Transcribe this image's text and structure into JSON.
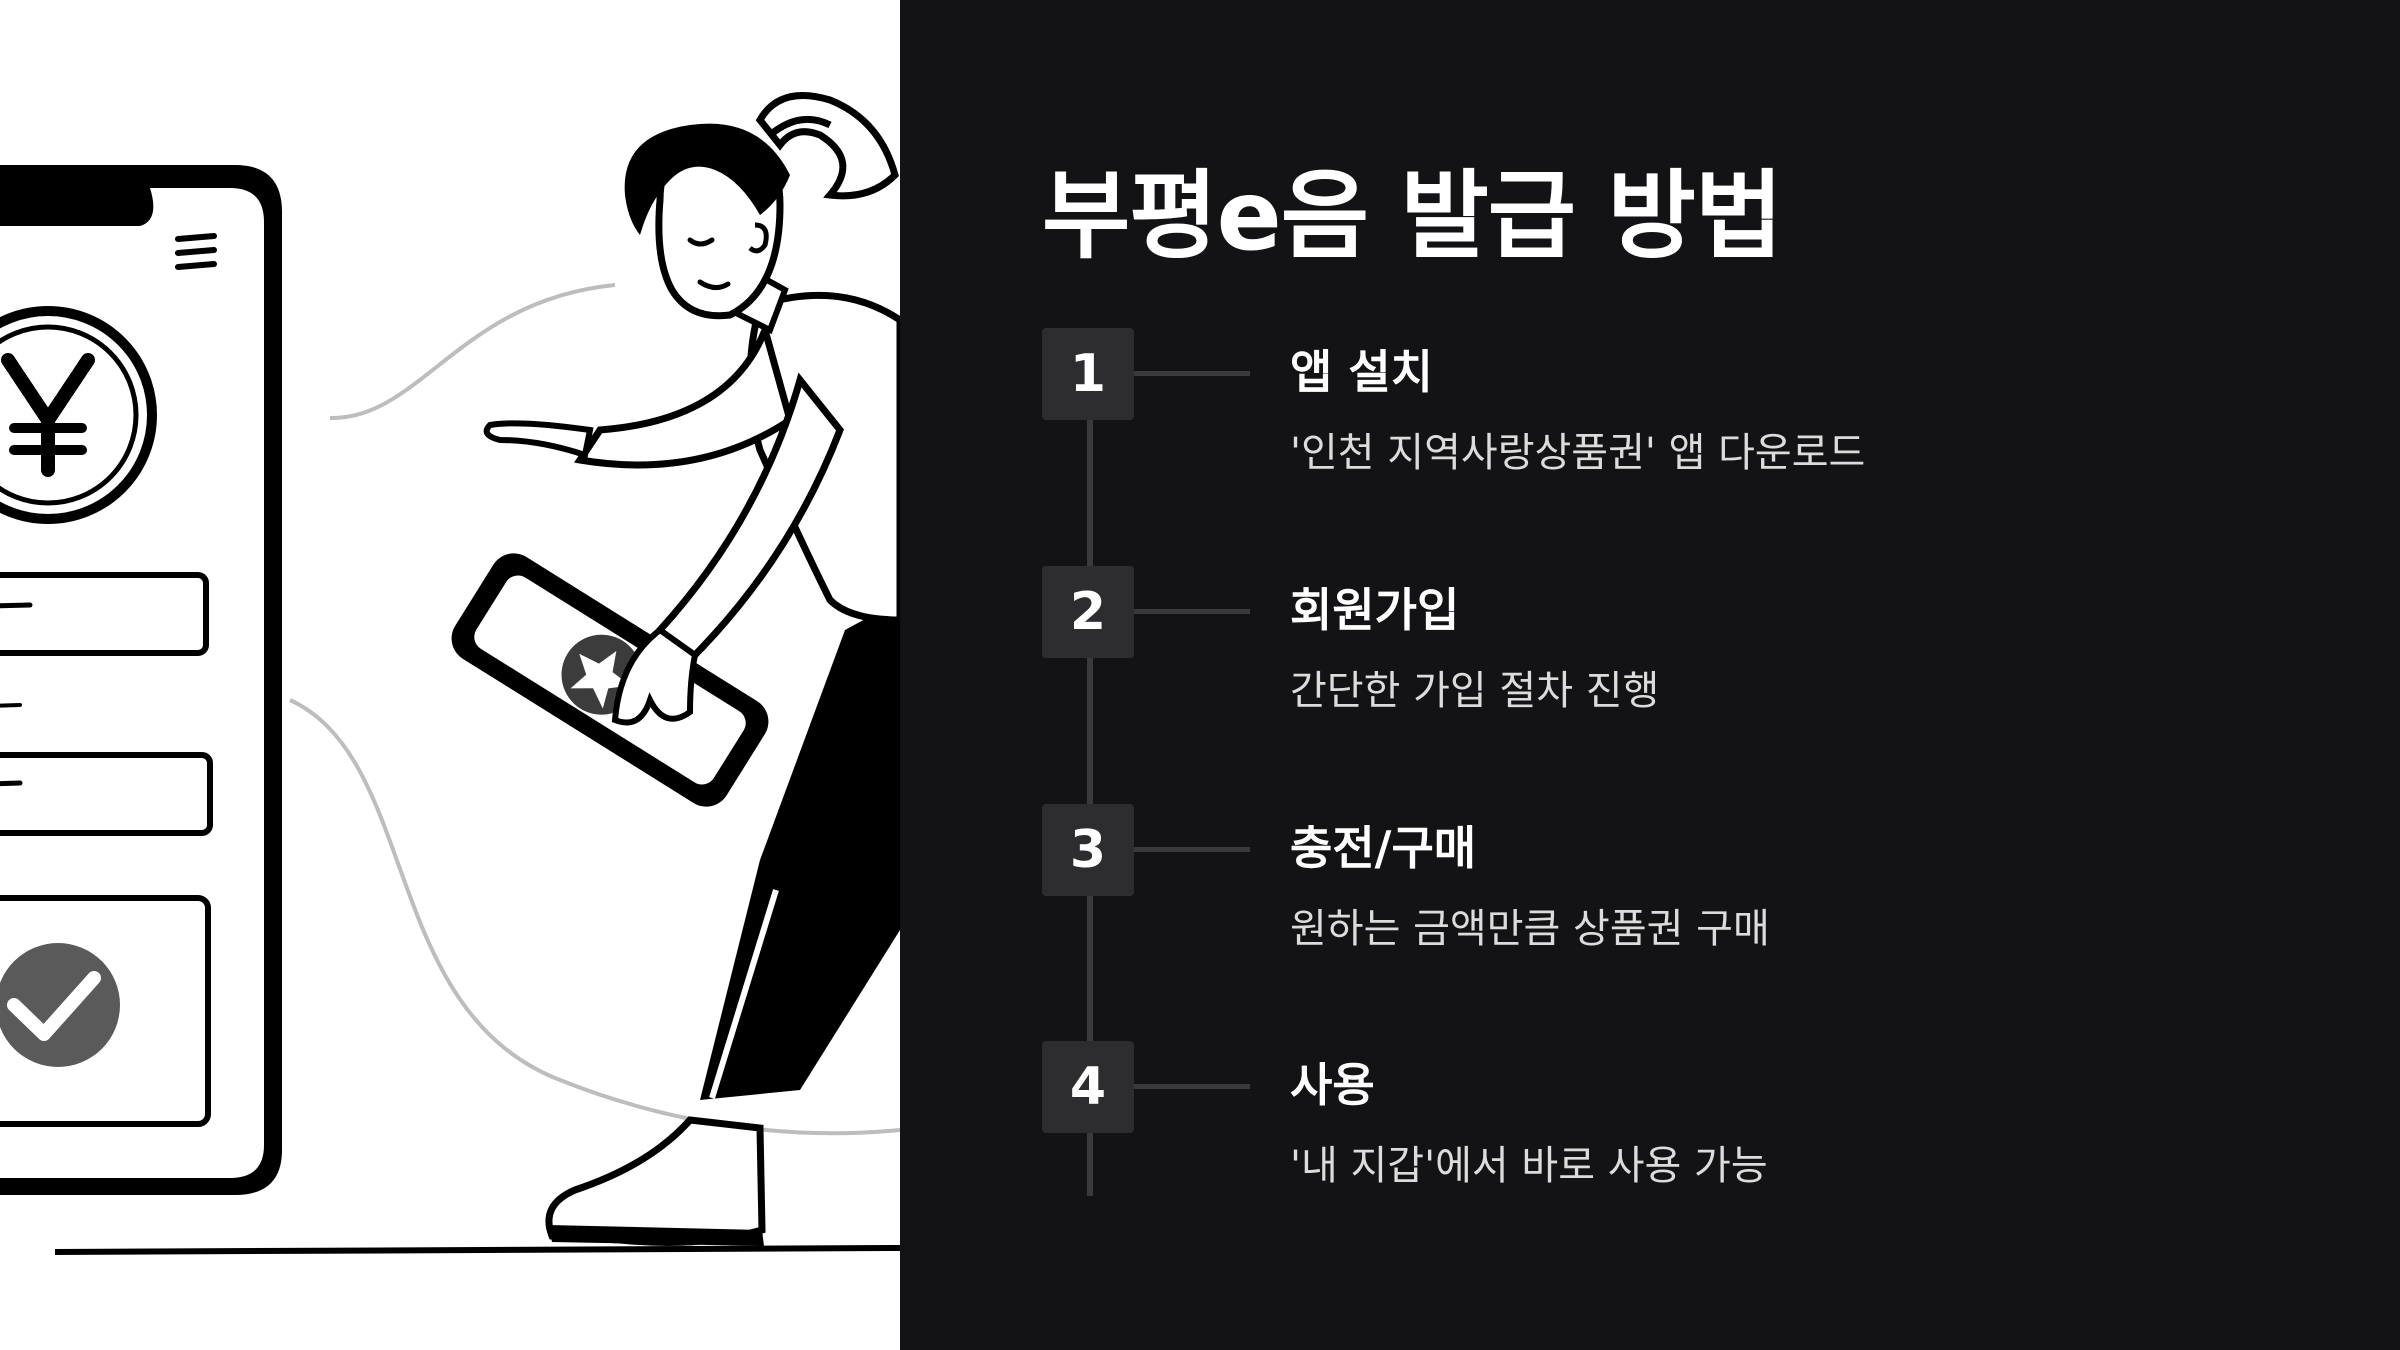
{
  "title": "부평e음 발급 방법",
  "steps": [
    {
      "number": "1",
      "title": "앱 설치",
      "description": "'인천 지역사랑상품권' 앱 다운로드"
    },
    {
      "number": "2",
      "title": "회원가입",
      "description": "간단한 가입 절차 진행"
    },
    {
      "number": "3",
      "title": "충전/구매",
      "description": "원하는 금액만큼 상품권 구매"
    },
    {
      "number": "4",
      "title": "사용",
      "description": "'내 지갑'에서 바로 사용 가능"
    }
  ],
  "illustration": {
    "icons": [
      "phone-icon",
      "yen-coin-icon",
      "hamburger-menu-icon",
      "check-icon",
      "star-icon"
    ]
  },
  "colors": {
    "background": "#131315",
    "badge": "#2d2d30",
    "timeline": "#3a3a3c",
    "text": "#ffffff"
  }
}
